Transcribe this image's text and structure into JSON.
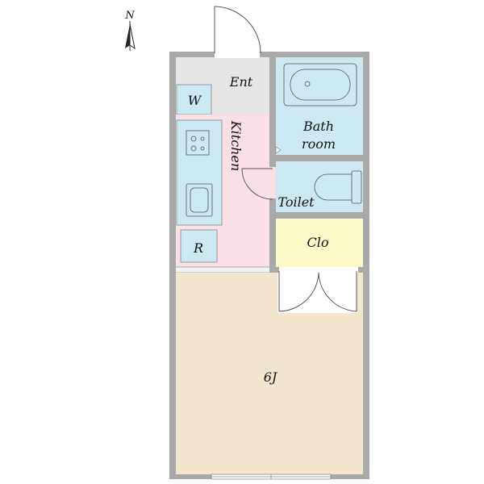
{
  "compass": {
    "north_label": "N"
  },
  "rooms": {
    "entrance": "Ent",
    "washer": "W",
    "kitchen": "Kitchen",
    "bath_line1": "Bath",
    "bath_line2": "room",
    "toilet": "Toilet",
    "closet": "Clo",
    "refrigerator": "R",
    "main_room": "6J"
  },
  "colors": {
    "wall": "#a9a9a9",
    "entrance_floor": "#e6e6e6",
    "wet_area": "#cce8f0",
    "kitchen_floor": "#f9e0e6",
    "closet_floor": "#fbfac8",
    "main_room_floor": "#f2e6ce"
  }
}
